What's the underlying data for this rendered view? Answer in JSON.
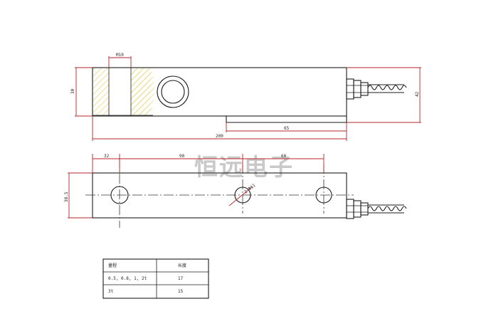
{
  "watermark": "恒远电子",
  "dimensions": {
    "m10": "M10",
    "height_left": "30",
    "height_right": "42",
    "len_65": "65",
    "len_200": "200",
    "top_32": "32",
    "top_90": "90",
    "top_60": "60",
    "height_bottom": "38.5",
    "holes": "2-Φ11"
  },
  "table": {
    "header": [
      "量程",
      "长度"
    ],
    "rows": [
      [
        "0.5, 0.8, 1, 2t",
        "17"
      ],
      [
        "3t",
        "15"
      ]
    ]
  },
  "colors": {
    "dimension": "#b8252a",
    "hatch": "#e6d36a",
    "line": "#1b1b1b"
  }
}
